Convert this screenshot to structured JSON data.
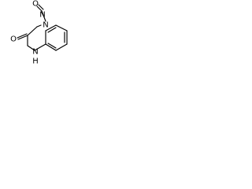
{
  "atoms": {
    "nitroso_oxygen": "O",
    "nitroso_nitrogen": "N",
    "ring_nitrogen_4": "N",
    "carbonyl_oxygen": "O",
    "ring_nitrogen_1": "N",
    "amide_hydrogen": "H"
  }
}
